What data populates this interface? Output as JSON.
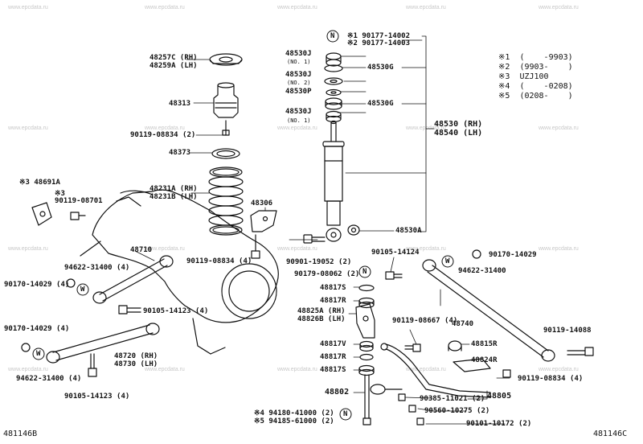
{
  "watermark": "www.epcdata.ru",
  "footer": {
    "left": "481146B",
    "right": "481146C"
  },
  "legend": [
    "※1  (    -9903)",
    "※2  (9903-    )",
    "※3  UZJ100",
    "※4  (    -0208)",
    "※5  (0208-    )"
  ],
  "markers": {
    "n": "N",
    "w": "W"
  },
  "labels": {
    "l01": "※1 90177-14002",
    "l02": "※2 90177-14003",
    "l03": "48530J",
    "l04": "(NO. 1)",
    "l05": "48530G",
    "l06": "48530J",
    "l07": "(NO. 2)",
    "l08": "48530P",
    "l09": "48530G",
    "l10": "48530J",
    "l11": "(NO. 1)",
    "l12": "48530 (RH)",
    "l13": "48540 (LH)",
    "l14": "48530A",
    "l15": "48257C (RH)",
    "l16": "48259A (LH)",
    "l17": "48313",
    "l18": "90119-08834 (2)",
    "l19": "48373",
    "l20": "48231A (RH)",
    "l21": "48231B (LH)",
    "l22": "48306",
    "l23": "※3 48691A",
    "l24": "※3",
    "l25": "90119-08701",
    "l26": "48710",
    "l27": "94622-31400 (4)",
    "l28": "90170-14029 (4)",
    "l29": "90119-08834 (4)",
    "l30": "90901-19052 (2)",
    "l31": "90105-14124",
    "l32": "90179-08062 (2)",
    "l33": "48817S",
    "l34": "48817R",
    "l35": "48825A (RH)",
    "l36": "48826B (LH)",
    "l37": "90105-14123 (4)",
    "l38": "90170-14029 (4)",
    "l39": "48720 (RH)",
    "l40": "48730 (LH)",
    "l41": "94622-31400 (4)",
    "l42": "90105-14123 (4)",
    "l43": "90170-14029",
    "l44": "94622-31400",
    "l45": "90119-08667 (4)",
    "l46": "48740",
    "l47": "48815R",
    "l48": "90119-14088",
    "l49": "48817V",
    "l50": "48817R",
    "l51": "48817S",
    "l52": "48824R",
    "l53": "90119-08834 (4)",
    "l54": "48802",
    "l55": "90385-11021 (2)",
    "l56": "48805",
    "l57": "※4 94180-41000 (2)",
    "l58": "※5 94185-61000 (2)",
    "l59": "90560-10275 (2)",
    "l60": "90101-10172 (2)"
  }
}
